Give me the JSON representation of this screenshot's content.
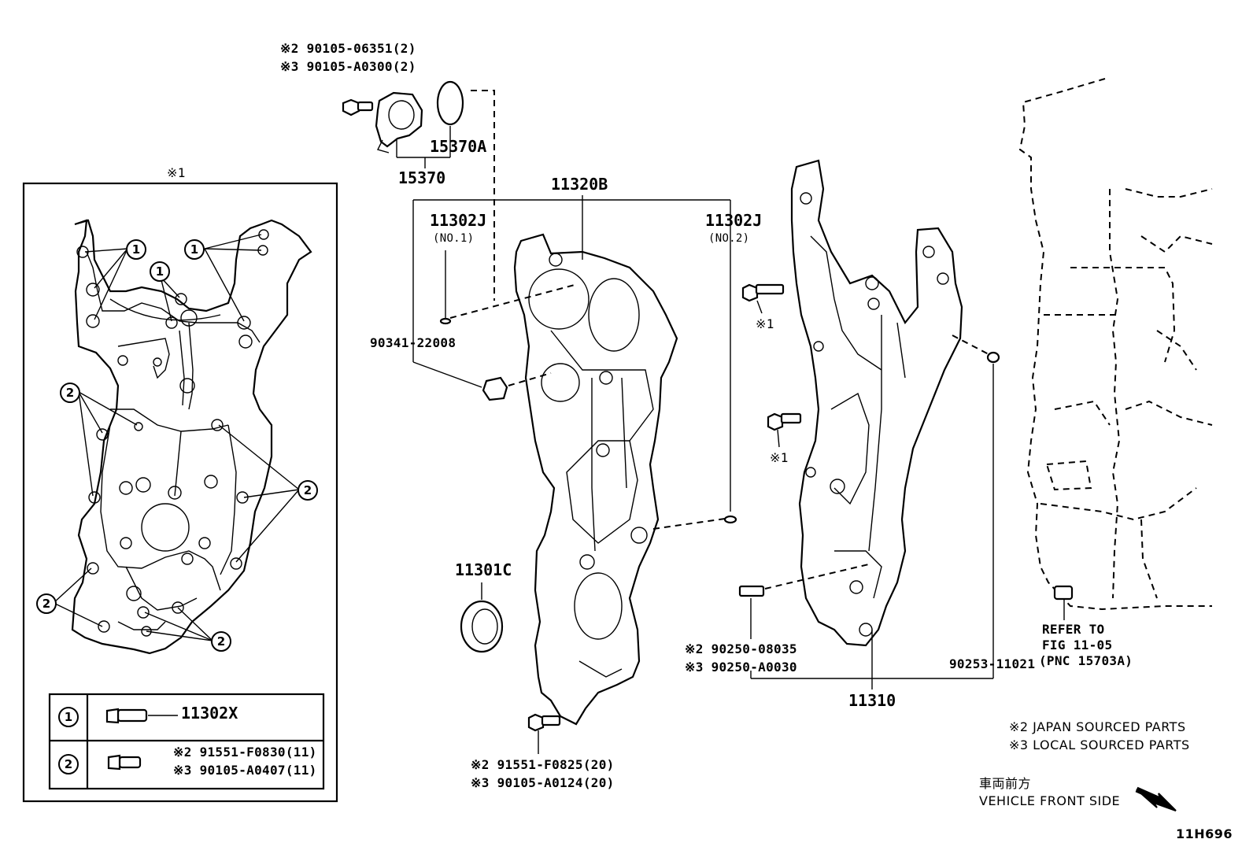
{
  "diagram": {
    "figure_code": "11H696",
    "kit_marker": "※1",
    "top_bolt": {
      "line1": "※2 90105-06351(2)",
      "line2": "※3 90105-A0300(2)"
    },
    "parts": {
      "p15370A": "15370A",
      "p15370": "15370",
      "p11320B": "11320B",
      "p11302J_a": "11302J",
      "no1": "(NO.1)",
      "p11302J_b": "11302J",
      "no2": "(NO.2)",
      "p90341": "90341-22008",
      "p11301C": "11301C",
      "p11310": "11310",
      "p90253": "90253-11021",
      "mark_x1_a": "※1",
      "mark_x1_b": "※1"
    },
    "bottom_bolt": {
      "line1": "※2 91551-F0825(20)",
      "line2": "※3 90105-A0124(20)"
    },
    "dowel": {
      "line1": "※2 90250-08035",
      "line2": "※3 90250-A0030"
    },
    "refer": {
      "line1": "REFER TO",
      "line2": "FIG 11-05",
      "line3": "(PNC 15703A)"
    },
    "notes": {
      "japan": "※2 JAPAN SOURCED PARTS",
      "local": "※3 LOCAL SOURCED PARTS"
    },
    "direction": {
      "jp": "車両前方",
      "en": "VEHICLE FRONT SIDE"
    },
    "callout_1": "1",
    "callout_2": "2",
    "legend": {
      "row1": {
        "num": "1",
        "part": "11302X"
      },
      "row2": {
        "num": "2",
        "line1": "※2 91551-F0830(11)",
        "line2": "※3 90105-A0407(11)"
      }
    }
  }
}
